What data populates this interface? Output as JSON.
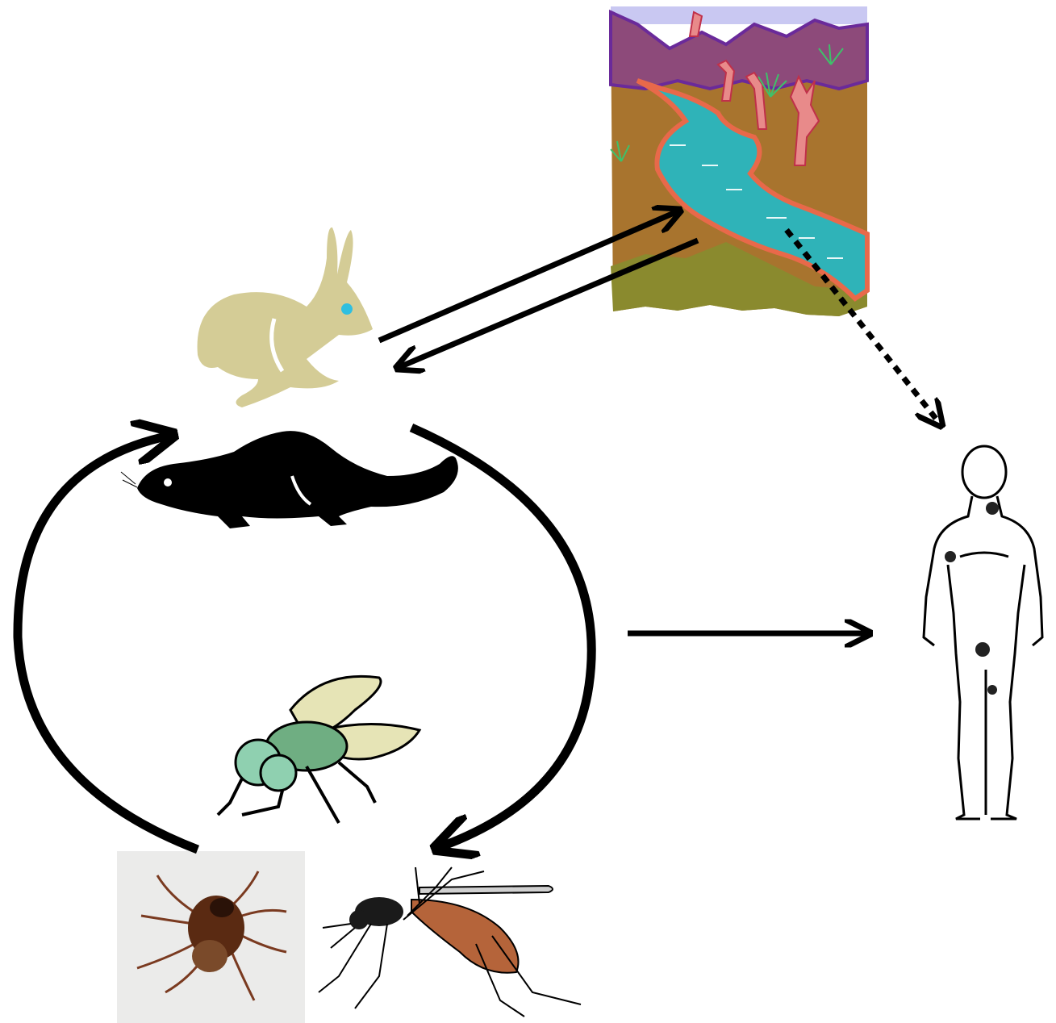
{
  "diagram": {
    "type": "transmission-cycle",
    "nodes": [
      {
        "id": "water-landscape",
        "icon": "landscape-river-icon"
      },
      {
        "id": "hare",
        "icon": "hare-icon",
        "color": "#d4cc96"
      },
      {
        "id": "muskrat",
        "icon": "rodent-icon",
        "color": "#000000"
      },
      {
        "id": "horsefly",
        "icon": "fly-icon"
      },
      {
        "id": "tick",
        "icon": "tick-icon"
      },
      {
        "id": "mosquito",
        "icon": "mosquito-icon"
      },
      {
        "id": "human",
        "icon": "human-figure-icon"
      }
    ],
    "edges": [
      {
        "from": "hare",
        "to": "water-landscape",
        "style": "solid"
      },
      {
        "from": "water-landscape",
        "to": "hare",
        "style": "solid"
      },
      {
        "from": "water-landscape",
        "to": "human",
        "style": "dotted"
      },
      {
        "from": "vectors",
        "to": "human",
        "style": "solid"
      },
      {
        "from": "mammals",
        "to": "mosquito",
        "style": "solid"
      },
      {
        "from": "tick",
        "to": "mammals",
        "style": "solid"
      }
    ],
    "colors": {
      "arrow": "#000000",
      "water": "#2fb3b8",
      "ground": "#a8742e",
      "sky": "#c9c8f2",
      "hills": "#7d4a8c",
      "hare": "#d4cc96"
    }
  }
}
